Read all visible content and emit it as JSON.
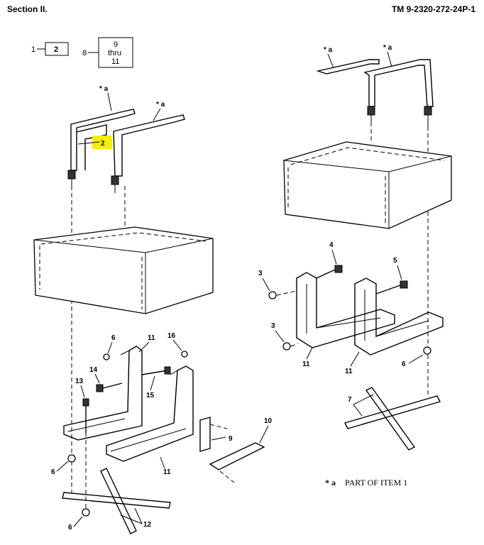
{
  "header": {
    "section": "Section II.",
    "tm_number": "TM 9-2320-272-24P-1"
  },
  "index_boxes": {
    "box1_ref": "1",
    "box1_item": "2",
    "box8_ref": "8",
    "box8_line1": "9",
    "box8_line2": "thru",
    "box8_line3": "11"
  },
  "callouts": {
    "star_a": "* a",
    "item2": "2",
    "item3": "3",
    "item4": "4",
    "item5": "5",
    "item6": "6",
    "item7": "7",
    "item9": "9",
    "item10": "10",
    "item11": "11",
    "item12": "12",
    "item13": "13",
    "item14": "14",
    "item15": "15",
    "item16": "16"
  },
  "legend": {
    "mark": "* a",
    "text": "PART OF ITEM 1"
  },
  "colors": {
    "highlight": "#f4f000",
    "ink": "#000000"
  }
}
